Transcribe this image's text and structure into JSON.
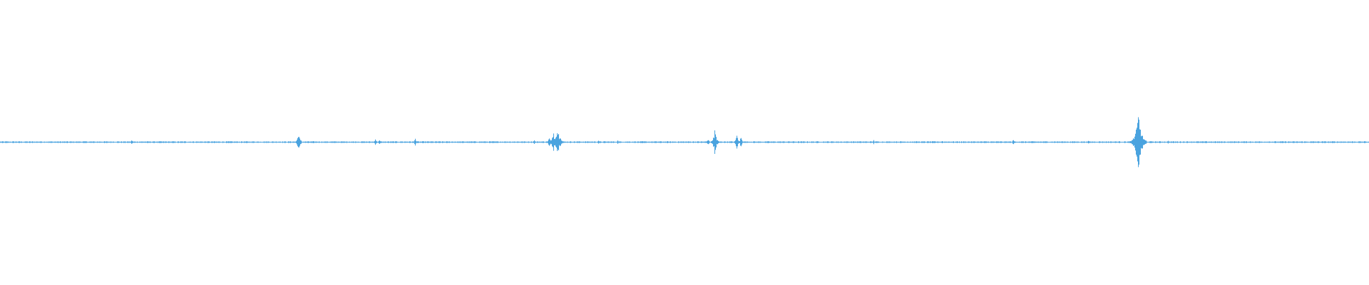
{
  "waveform": {
    "color": "#4aa3df",
    "background": "#ffffff",
    "amplitude_scale": 1.0,
    "peaks": [
      {
        "t": 0.096,
        "a": 0.02
      },
      {
        "t": 0.2178,
        "a": 0.07
      },
      {
        "t": 0.2188,
        "a": 0.05
      },
      {
        "t": 0.274,
        "a": 0.03
      },
      {
        "t": 0.277,
        "a": 0.025
      },
      {
        "t": 0.303,
        "a": 0.035
      },
      {
        "t": 0.39,
        "a": 0.02
      },
      {
        "t": 0.401,
        "a": 0.045
      },
      {
        "t": 0.404,
        "a": 0.09
      },
      {
        "t": 0.407,
        "a": 0.12
      },
      {
        "t": 0.409,
        "a": 0.06
      },
      {
        "t": 0.437,
        "a": 0.02
      },
      {
        "t": 0.451,
        "a": 0.015
      },
      {
        "t": 0.517,
        "a": 0.035
      },
      {
        "t": 0.522,
        "a": 0.1
      },
      {
        "t": 0.538,
        "a": 0.06
      },
      {
        "t": 0.541,
        "a": 0.05
      },
      {
        "t": 0.638,
        "a": 0.02
      },
      {
        "t": 0.688,
        "a": 0.015
      },
      {
        "t": 0.74,
        "a": 0.025
      },
      {
        "t": 0.795,
        "a": 0.015
      },
      {
        "t": 0.8314,
        "a": 0.22
      },
      {
        "t": 0.833,
        "a": 0.06
      },
      {
        "t": 0.853,
        "a": 0.02
      },
      {
        "t": 0.931,
        "a": 0.012
      }
    ],
    "noise_level": 0.006
  }
}
